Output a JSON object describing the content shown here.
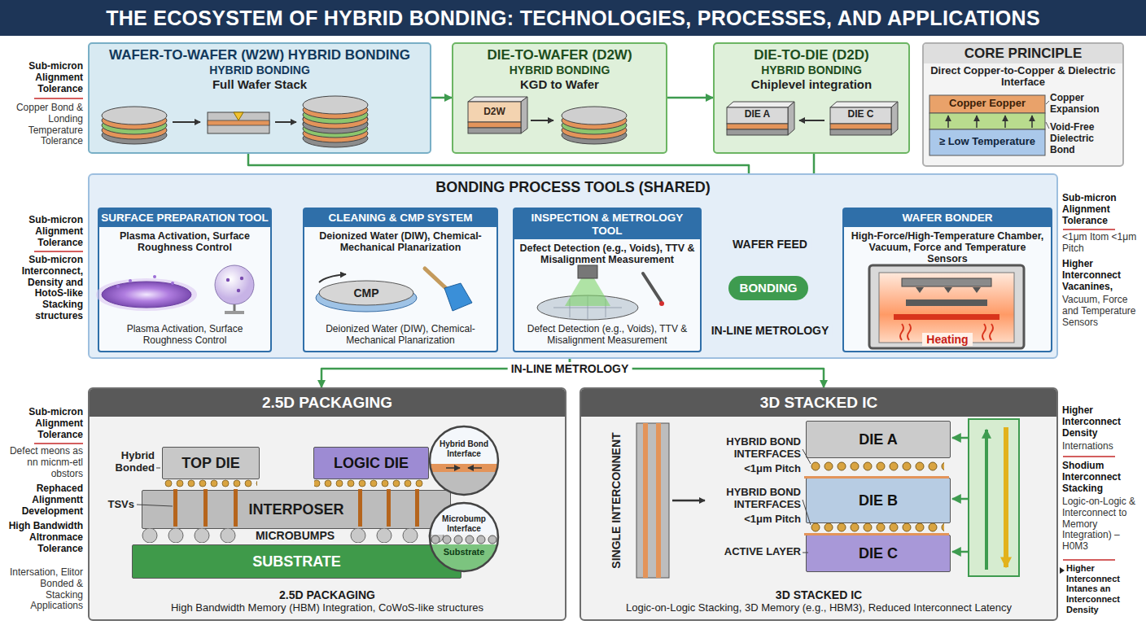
{
  "diagram": {
    "title": "THE ECOSYSTEM OF HYBRID BONDING: TECHNOLOGIES, PROCESSES, AND APPLICATIONS",
    "nodes": [
      {
        "text": [
          "WAFER-TO-WAFER (W2W) HYBRID BONDING",
          "HYBRID BONDING",
          "Full Wafer Stack"
        ]
      },
      {
        "text": [
          "DIE-TO-WAFER (D2W)",
          "HYBRID BONDING",
          "KGD to Wafer"
        ]
      },
      {
        "text": [
          "DIE-TO-DIE (D2D)",
          "HYBRID BONDING",
          "Chiplevel integration"
        ]
      },
      {
        "text": [
          "CORE PRINCIPLE",
          "Direct Copper-to-Copper & Dielectric Interface"
        ]
      },
      {
        "text": [
          "BONDING PROCESS TOOLS (SHARED)"
        ]
      },
      {
        "text": [
          "SURFACE PREPARATION TOOL",
          "Plasma Activation, Surface Roughness Control",
          "Plasma Activation, Surface Roughness Control"
        ],
        "in": 4
      },
      {
        "text": [
          "CLEANING & CMP SYSTEM",
          "Deionized Water (DIW), Chemical-Mechanical Planarization",
          "Deionized Water (DIW), Chemical-Mechanical Planarization"
        ],
        "in": 4
      },
      {
        "text": [
          "INSPECTION & METROLOGY TOOL",
          "Defect Detection (e.g., Voids), TTV & Misalignment Measurement",
          "Defect Detection (e.g., Voids), TTV & Misalignment Measurement"
        ],
        "in": 4
      },
      {
        "text": [
          "BONDING"
        ],
        "in": 4
      },
      {
        "text": [
          "WAFER BONDER",
          "High-Force/High-Temperature Chamber, Vacuum, Force and Temperature Sensors",
          "Heating"
        ],
        "in": 4
      },
      {
        "text": [
          "2.5D PACKAGING",
          "2.5D PACKAGING",
          "High Bandwidth Memory (HBM) Integration, CoWoS-like structures"
        ]
      },
      {
        "text": [
          "TOP DIE"
        ],
        "in": 10
      },
      {
        "text": [
          "LOGIC DIE"
        ],
        "in": 10
      },
      {
        "text": [
          "INTERPOSER"
        ],
        "in": 10
      },
      {
        "text": [
          "SUBSTRATE"
        ],
        "in": 10
      },
      {
        "text": [
          "3D STACKED IC",
          "3D STACKED IC",
          "Logic-on-Logic Stacking, 3D Memory (e.g., HBM3), Reduced Interconnect Latency"
        ]
      },
      {
        "text": [
          "DIE A"
        ],
        "in": 15
      },
      {
        "text": [
          "DIE B"
        ],
        "in": 15
      },
      {
        "text": [
          "DIE C"
        ],
        "in": 15
      }
    ],
    "edges": [
      {
        "from": 0,
        "to": 1,
        "arrow": "to"
      },
      {
        "from": 1,
        "to": 2,
        "arrow": "to"
      },
      {
        "from": 0,
        "to": 9,
        "arrow": "to"
      },
      {
        "from": 2,
        "to": 9,
        "arrow": "to"
      },
      {
        "from": 5,
        "to": 6,
        "arrow": "to"
      },
      {
        "from": 6,
        "to": 7,
        "arrow": "to"
      },
      {
        "from": 7,
        "to": 9,
        "label": "WAFER FEED",
        "arrow": "to"
      },
      {
        "from": 7,
        "to": 8,
        "arrow": "to"
      },
      {
        "from": 8,
        "to": 9,
        "arrow": "to"
      },
      {
        "from": 7,
        "to": 9,
        "label": "IN-LINE METROLOGY",
        "arrow": "to"
      },
      {
        "from": 4,
        "to": 10,
        "label": "IN-LINE METROLOGY",
        "arrow": "to"
      },
      {
        "from": 4,
        "to": 15,
        "arrow": "to"
      }
    ],
    "labels": [
      "D2W",
      "DIE A",
      "DIE C",
      "Copper Eopper",
      "≥ Low Temperature",
      "Copper Expansion",
      "Void-Free Dielectric Bond",
      "CMP",
      "Hybrid Bonded",
      "TSVs",
      "MICROBUMPS",
      "Hybrid Bond Interface",
      "Microbump Interface",
      "Substrate",
      "SINGLE INTERCONNENT",
      "HYBRID BOND INTERFACES",
      "<1μm Pitch",
      "HYBRID BOND INTERFACES",
      "<1μm Pitch",
      "ACTIVE LAYER",
      "Sub-micron Alignment Tolerance",
      "Copper Bond & Londing Temperature Tolerance",
      "Sub-micron Alignment Tolerance",
      "Sub-micron Interconnect, Density and HotoS-like Stacking structures",
      "Sub-micron Alignment Tolerance",
      "Defect meons as nn micnm-etl obstors",
      "Rephaced Alignmentt Development",
      "High Bandwidth Altronmace Tolerance",
      "Intersation, Elitor Bonded & Stacking Applications",
      "Sub-micron Alignment Tolerance",
      "<1μm Itom <1μm Pitch",
      "Higher Interconnect Vacanines,",
      "Vacuum, Force and Temperature Sensors",
      "Higher Interconnect Density",
      "Internations",
      "Shodium Interconnect Stacking",
      "Logic-on-Logic & Interconnect to Memory Integration) – H0M3",
      "Higher Interconnect Intanes an Interconnect Density"
    ]
  }
}
